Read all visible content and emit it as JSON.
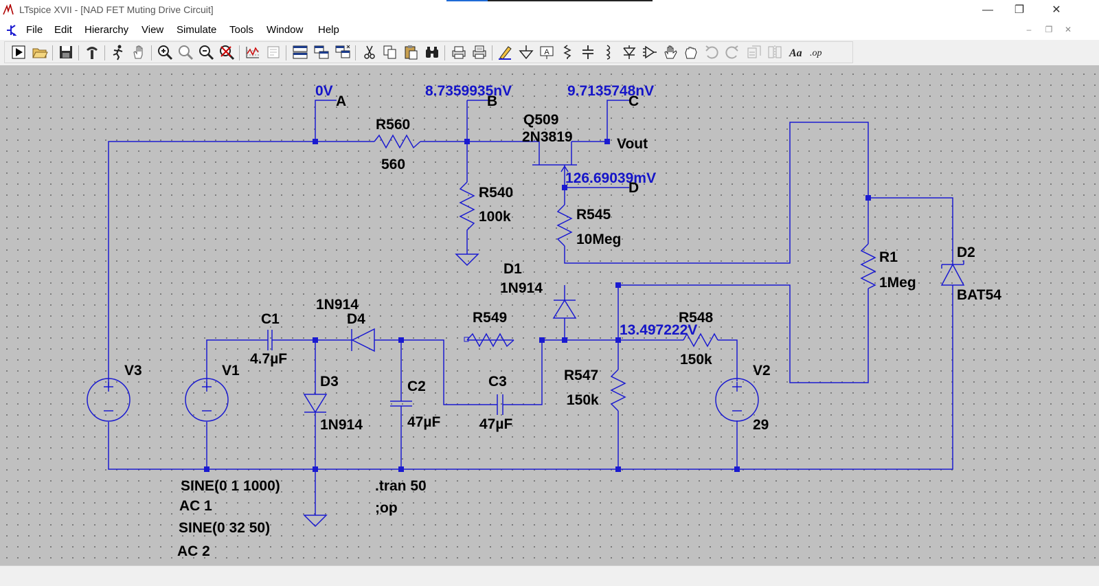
{
  "window": {
    "title": "LTspice XVII - [NAD FET Muting Drive Circuit]"
  },
  "menu": {
    "file": "File",
    "edit": "Edit",
    "hierarchy": "Hierarchy",
    "view": "View",
    "simulate": "Simulate",
    "tools": "Tools",
    "window": "Window",
    "help": "Help"
  },
  "toolbar": {
    "icons": [
      "run-icon",
      "open-icon",
      "save-icon",
      "control-panel-icon",
      "halt-icon",
      "pan-icon",
      "zoom-in-icon",
      "zoom-full-icon",
      "zoom-out-icon",
      "autorange-icon",
      "waveform-icon",
      "netlist-icon",
      "tile-horizontal-icon",
      "tile-vertical-icon",
      "cascade-icon",
      "cut-icon",
      "copy-icon",
      "paste-icon",
      "find-icon",
      "print-setup-icon",
      "print-icon",
      "wire-icon",
      "ground-icon",
      "label-net-icon",
      "resistor-icon",
      "capacitor-icon",
      "inductor-icon",
      "diode-icon",
      "component-icon",
      "move-icon",
      "drag-icon",
      "undo-icon",
      "redo-icon",
      "rotate-icon",
      "mirror-icon",
      "text-icon",
      "spice-directive-icon"
    ],
    "text_icon_label": "Aa",
    "op_icon_label": ".op"
  },
  "schematic": {
    "node_voltages": {
      "a": "0V",
      "b": "8.7359935nV",
      "c": "9.7135748nV",
      "d": "126.69039mV",
      "e": "13.497222V"
    },
    "net_labels": {
      "a": "A",
      "b": "B",
      "c": "C",
      "d": "D",
      "vout": "Vout"
    },
    "components": {
      "r560_name": "R560",
      "r560_value": "560",
      "q509_name": "Q509",
      "q509_value": "2N3819",
      "r540_name": "R540",
      "r540_value": "100k",
      "r545_name": "R545",
      "r545_value": "10Meg",
      "r1_name": "R1",
      "r1_value": "1Meg",
      "d2_name": "D2",
      "d2_value": "BAT54",
      "d1_name": "D1",
      "d1_value": "1N914",
      "d4_name": "D4",
      "d4_value": "1N914",
      "c1_name": "C1",
      "c1_value": "4.7µF",
      "r549_name": "R549",
      "r548_name": "R548",
      "r548_value": "150k",
      "v3_name": "V3",
      "v1_name": "V1",
      "d3_name": "D3",
      "d3_value": "1N914",
      "c2_name": "C2",
      "c2_value": "47µF",
      "c3_name": "C3",
      "c3_value": "47µF",
      "r547_name": "R547",
      "r547_value": "150k",
      "v2_name": "V2",
      "v2_value": "29"
    },
    "directives": {
      "sine1": "SINE(0 1 1000)",
      "ac1": "AC 1",
      "sine2": "SINE(0 32 50)",
      "ac2": "AC 2",
      "tran": ".tran 50",
      "op": ";op"
    }
  },
  "colors": {
    "wire": "#1a1ad0",
    "voltage_label": "#1515c8",
    "canvas": "#c0c0c0"
  }
}
